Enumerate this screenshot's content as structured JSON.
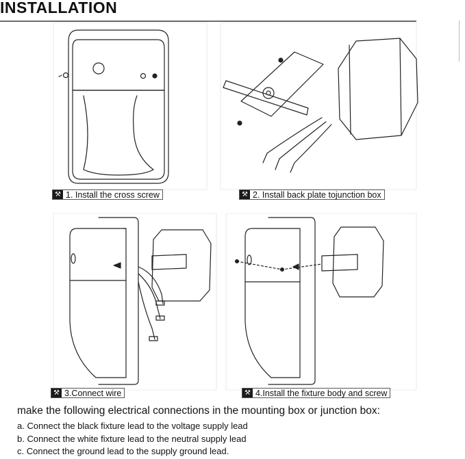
{
  "page": {
    "title": "INSTALLATION"
  },
  "steps": [
    {
      "label": "1. Install the cross screw",
      "icon": "tools-icon"
    },
    {
      "label": "2. Install back plate tojunction box",
      "icon": "tools-icon"
    },
    {
      "label": "3.Connect wire",
      "icon": "tools-icon"
    },
    {
      "label": "4.Install the fixture body and screw",
      "icon": "tools-icon"
    }
  ],
  "instructions": {
    "intro": "make the following electrical connections in the mounting box or junction box:",
    "items": [
      "a. Connect the black fixture lead to the voltage supply lead",
      "b. Connect the white fixture lead to the neutral supply lead",
      "c. Connect the ground lead to the supply ground lead."
    ]
  }
}
